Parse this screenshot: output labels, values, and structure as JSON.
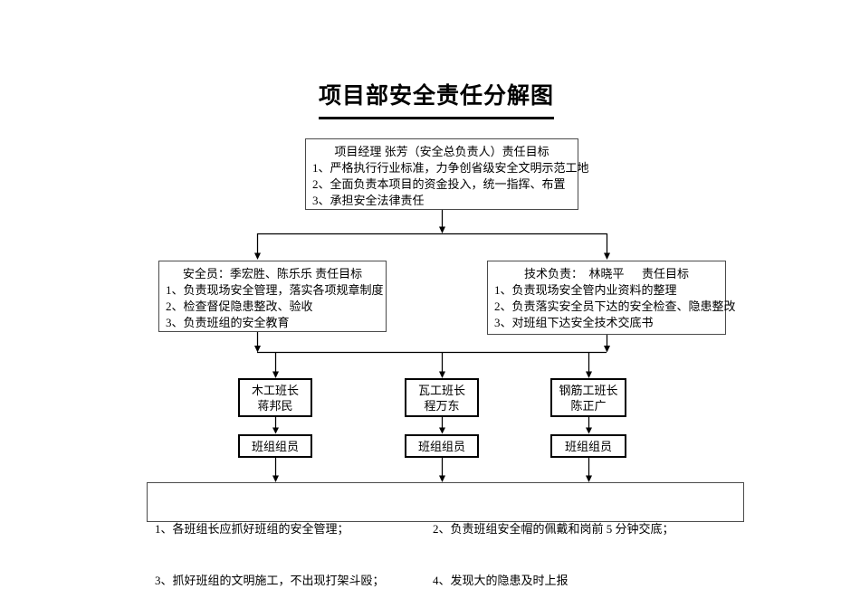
{
  "title": "项目部安全责任分解图",
  "colors": {
    "line": "#000000",
    "box_border_dark": "#000000",
    "box_border_gray": "#4a4a4a",
    "background": "#ffffff"
  },
  "nodes": {
    "project_manager": {
      "header": "项目经理 张芳（安全总负责人）责任目标",
      "items": [
        "1、严格执行行业标准，力争创省级安全文明示范工地",
        "2、全面负责本项目的资金投入，统一指挥、布置",
        "3、承担安全法律责任"
      ]
    },
    "safety_officer": {
      "header": "安全员：季宏胜、陈乐乐 责任目标",
      "items": [
        "1、负责现场安全管理，落实各项规章制度",
        "2、检查督促隐患整改、验收",
        "3、负责班组的安全教育"
      ]
    },
    "technical_lead": {
      "header": "技术负责：  林晓平      责任目标",
      "items": [
        "1、负责现场安全管内业资料的整理",
        "2、负责落实安全员下达的安全检查、隐患整改",
        "3、对班组下达安全技术交底书"
      ]
    },
    "foremen": [
      {
        "role": "木工班长",
        "name": "蒋邦民"
      },
      {
        "role": "瓦工班长",
        "name": "程万东"
      },
      {
        "role": "钢筋工班长",
        "name": "陈正广"
      }
    ],
    "crew_label": "班组组员",
    "duties": {
      "left": [
        "1、各班组长应抓好班组的安全管理；",
        "3、抓好班组的文明施工，不出现打架斗殴；"
      ],
      "right": [
        "2、负责班组安全帽的佩戴和岗前 5 分钟交底；",
        "4、发现大的隐患及时上报"
      ]
    }
  }
}
